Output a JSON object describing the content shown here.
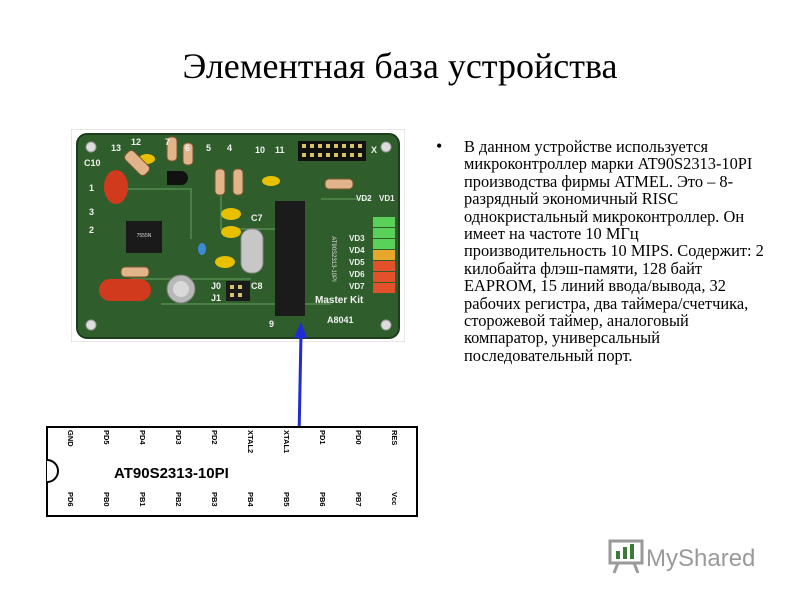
{
  "slide": {
    "title": "Элементная база устройства",
    "body": "В данном устройстве используется микроконтроллер марки AT90S2313-10PI производства фирмы ATMEL. Это – 8-разрядный экономичный RISC однокристальный микроконтроллер. Он имеет на частоте 10 МГц производительность 10 MIPS. Содержит: 2 килобайта флэш-памяти, 128 байт EAPROM, 15 линий ввода/вывода, 32 рабочих регистра, два таймера/счетчика, сторожевой таймер, аналоговый компаратор, универсальный последовательный порт."
  },
  "board": {
    "labels": [
      "C10",
      "13",
      "12",
      "7",
      "6",
      "5",
      "4",
      "10",
      "11",
      "X",
      "1",
      "3",
      "2",
      "C7",
      "C8",
      "J0",
      "J1",
      "9",
      "VD2",
      "VD1",
      "VD3",
      "VD4",
      "VD5",
      "VD6",
      "VD7"
    ],
    "brand": "Master Kit",
    "code": "A8041",
    "mcu_marking": "AT90S2313-10PI",
    "small_chip": "7555N"
  },
  "pinout": {
    "chip_name": "AT90S2313-10PI",
    "top_pins": [
      "GND",
      "PD5",
      "PD4",
      "PD3",
      "PD2",
      "XTAL2",
      "XTAL1",
      "PD1",
      "PD0",
      "RES"
    ],
    "bottom_pins": [
      "PD6",
      "PB0",
      "PB1",
      "PB2",
      "PB3",
      "PB4",
      "PB5",
      "PB6",
      "PB7",
      "Vcc"
    ]
  },
  "logo": {
    "text_my": "My",
    "text_rest": "Shared"
  },
  "colors": {
    "pcb": "#2f5e2c",
    "arrow": "#1f2bd6",
    "logo_gray": "#9a9a9a",
    "logo_accent": "#3c7a3c"
  }
}
